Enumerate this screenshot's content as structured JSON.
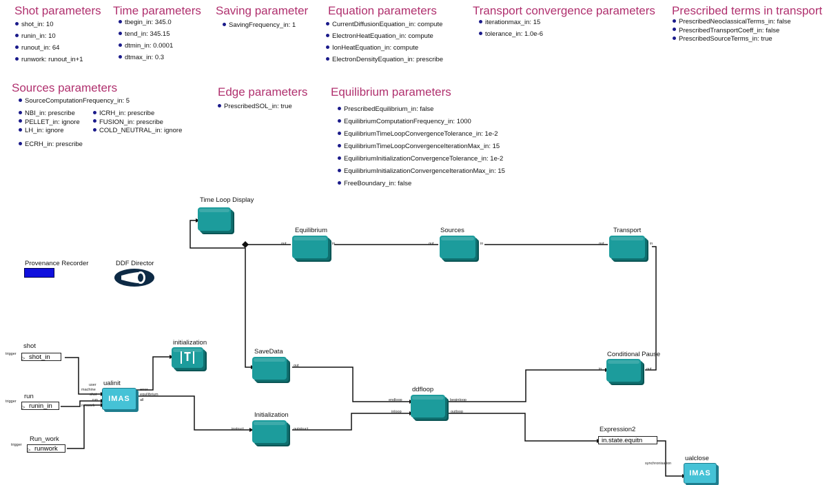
{
  "panels": {
    "shot": {
      "title": "Shot parameters",
      "items": [
        "shot_in: 10",
        "runin_in: 10",
        "runout_in: 64",
        "runwork: runout_in+1"
      ]
    },
    "time": {
      "title": "Time parameters",
      "items": [
        "tbegin_in: 345.0",
        "tend_in: 345.15",
        "dtmin_in: 0.0001",
        "dtmax_in: 0.3"
      ]
    },
    "saving": {
      "title": "Saving parameter",
      "items": [
        "SavingFrequency_in: 1"
      ]
    },
    "equation": {
      "title": "Equation parameters",
      "items": [
        "CurrentDiffusionEquation_in: compute",
        "ElectronHeatEquation_in: compute",
        "IonHeatEquation_in: compute",
        "ElectronDensityEquation_in: prescribe"
      ]
    },
    "transport": {
      "title": "Transport convergence parameters",
      "items": [
        "iterationmax_in: 15",
        "tolerance_in: 1.0e-6"
      ]
    },
    "prescribed": {
      "title": "Prescribed terms in transport",
      "items": [
        "PrescribedNeoclassicalTerms_in: false",
        "PrescribedTransportCoeff_in: false",
        "PrescribedSourceTerms_in: true"
      ]
    },
    "sources": {
      "title": "Sources parameters",
      "first": "SourceComputationFrequency_in: 5",
      "col1": [
        "NBI_in: prescribe",
        "PELLET_in: ignore",
        "LH_in: ignore"
      ],
      "col2": [
        "ICRH_in: prescribe",
        "FUSION_in: prescribe",
        "COLD_NEUTRAL_in: ignore"
      ],
      "last": "ECRH_in: prescribe"
    },
    "edge": {
      "title": "Edge parameters",
      "items": [
        "PrescribedSOL_in: true"
      ]
    },
    "equilibrium": {
      "title": "Equilibrium parameters",
      "items": [
        "PrescribedEquilibrium_in: false",
        "EquilibriumComputationFrequency_in: 1000",
        "EquilibriumTimeLoopConvergenceTolerance_in: 1e-2",
        "EquilibriumTimeLoopConvergenceIterationMax_in: 15",
        "EquilibriumInitializationConvergenceTolerance_in: 1e-2",
        "EquilibriumInitializationConvergenceIterationMax_in: 15",
        "FreeBoundary_in: false"
      ]
    }
  },
  "workflow": {
    "provenance": "Provenance Recorder",
    "director": "DDF Director",
    "time_loop_display": "Time Loop Display",
    "equilibrium": "Equilibrium",
    "sources": "Sources",
    "transport": "Transport",
    "savedata": "SaveData",
    "conditional_pause": "Conditional Pause",
    "ddfloop": "ddfloop",
    "initialization_actor": "Initialization",
    "initialization_display": "initialization",
    "ualinit": "ualinit",
    "ualclose": "ualclose",
    "expression": "Expression2",
    "expression_value": "in.state.equitn",
    "imas": "IMAS",
    "display_glyph": "T",
    "shot_label": "shot",
    "shot_value": "shot_in",
    "run_label": "run",
    "run_value": "runin_in",
    "runwork_label": "Run_work",
    "runwork_value": "runwork",
    "ports": {
      "out": "out",
      "in": "in",
      "trigger": "trigger",
      "user": "user",
      "machine": "machine",
      "shot": "shot",
      "run": "run",
      "runwork": "runwork",
      "error": "error",
      "equilibrium": "equilibrium",
      "all": "all",
      "endloop": "endloop",
      "beginloop": "beginloop",
      "inloop": "inloop",
      "outloop": "outloop",
      "instruct": "instruct",
      "outstruct": "outstruct",
      "synchronisation": "synchronisation"
    }
  },
  "colors": {
    "title": "#b0306e",
    "actor": "#1c9c9c",
    "imas": "#45c2d6",
    "provenance": "#1010dd",
    "bullet": "#1a1a8a"
  }
}
